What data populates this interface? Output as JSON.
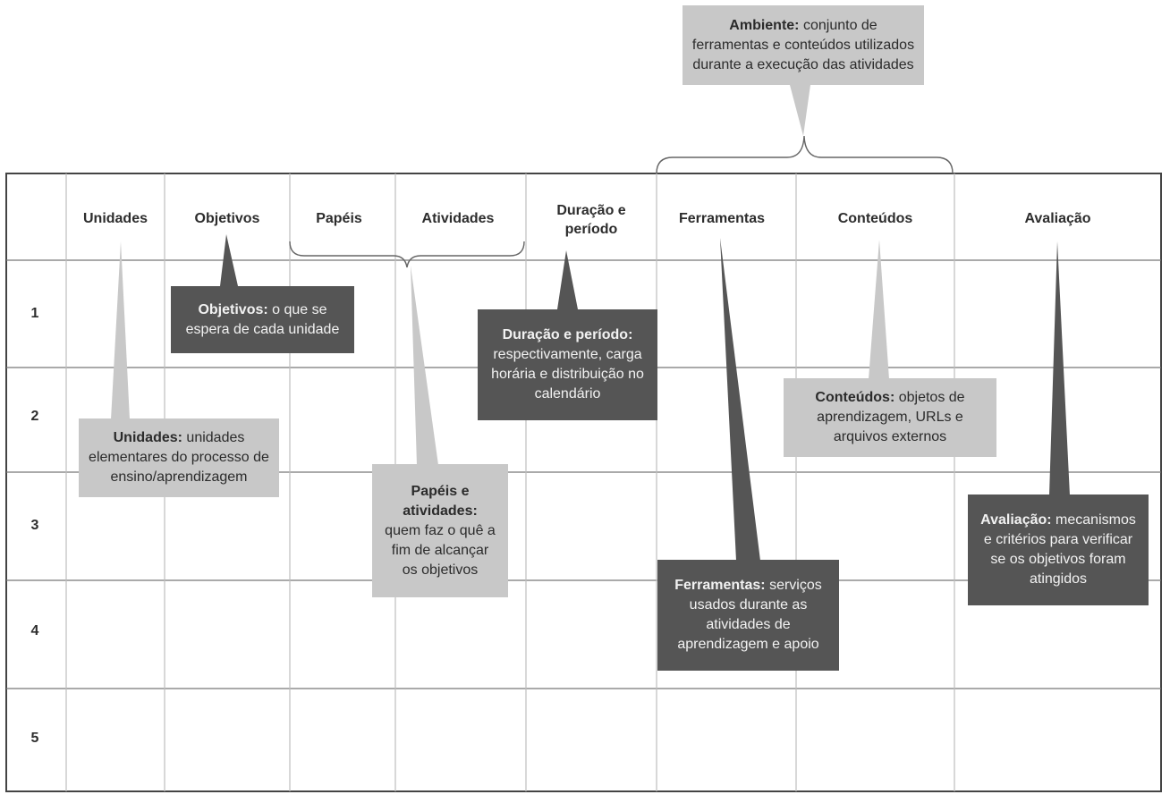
{
  "table": {
    "headers": [
      {
        "key": "unidades",
        "label": "Unidades"
      },
      {
        "key": "objetivos",
        "label": "Objetivos"
      },
      {
        "key": "papeis",
        "label": "Papéis"
      },
      {
        "key": "atividades",
        "label": "Atividades"
      },
      {
        "key": "duracao",
        "label": "Duração e\nperíodo"
      },
      {
        "key": "ferramentas",
        "label": "Ferramentas"
      },
      {
        "key": "conteudos",
        "label": "Conteúdos"
      },
      {
        "key": "avaliacao",
        "label": "Avaliação"
      }
    ],
    "rows": [
      "1",
      "2",
      "3",
      "4",
      "5"
    ]
  },
  "callouts": {
    "ambiente": {
      "term": "Ambiente:",
      "text": "conjunto de ferramentas e conteúdos utilizados durante a execução das atividades",
      "style": "light"
    },
    "objetivos": {
      "term": "Objetivos:",
      "text": "o que se espera de cada unidade",
      "style": "dark"
    },
    "duracao": {
      "term": "Duração e período:",
      "text": "respectivamente, carga horária e distribuição no calendário",
      "style": "dark"
    },
    "conteudos": {
      "term": "Conteúdos:",
      "text": "objetos de aprendizagem, URLs e arquivos externos",
      "style": "light"
    },
    "unidades": {
      "term": "Unidades:",
      "text": "unidades elementares do processo de ensino/aprendizagem",
      "style": "light"
    },
    "papeis": {
      "term": "Papéis e atividades:",
      "text": "quem faz o quê a fim de alcançar os objetivos",
      "style": "light"
    },
    "avaliacao": {
      "term": "Avaliação:",
      "text": "mecanismos e critérios para verificar se os objetivos foram atingidos",
      "style": "dark"
    },
    "ferramentas": {
      "term": "Ferramentas:",
      "text": "serviços usados durante as atividades de aprendizagem e apoio",
      "style": "dark"
    }
  },
  "colors": {
    "light": "#c8c8c8",
    "dark": "#555555",
    "grid": "#bdbdbd",
    "border": "#444444"
  }
}
